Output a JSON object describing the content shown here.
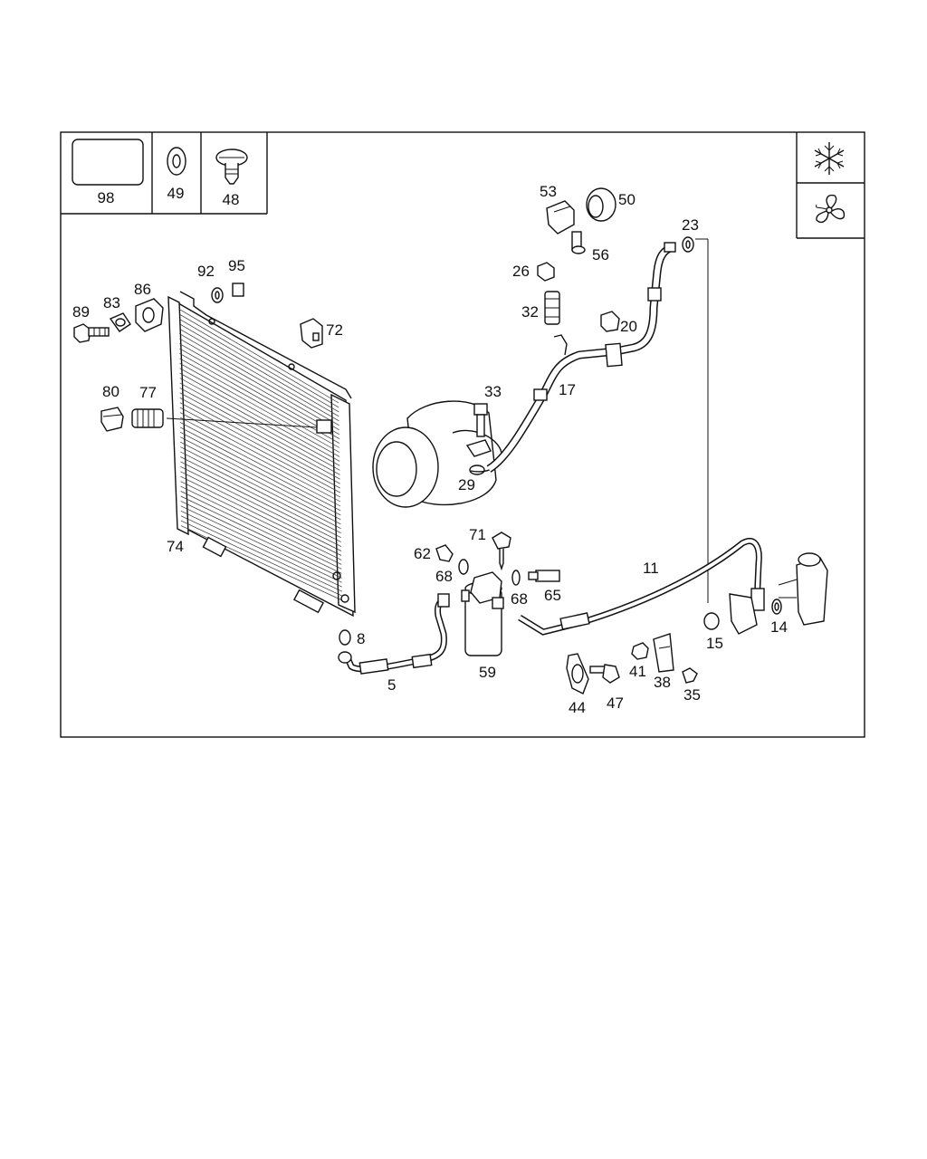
{
  "inset_labels": {
    "kit_box": "98",
    "washer": "49",
    "clip": "48"
  },
  "kit_box_caption": "",
  "symbols": [
    "snowflake-icon",
    "fan-icon"
  ],
  "part_labels": [
    {
      "id": "89"
    },
    {
      "id": "83"
    },
    {
      "id": "86"
    },
    {
      "id": "92"
    },
    {
      "id": "95"
    },
    {
      "id": "72"
    },
    {
      "id": "80"
    },
    {
      "id": "77"
    },
    {
      "id": "74"
    },
    {
      "id": "53"
    },
    {
      "id": "50"
    },
    {
      "id": "56"
    },
    {
      "id": "26"
    },
    {
      "id": "32"
    },
    {
      "id": "20"
    },
    {
      "id": "23"
    },
    {
      "id": "17"
    },
    {
      "id": "33"
    },
    {
      "id": "29"
    },
    {
      "id": "71"
    },
    {
      "id": "62"
    },
    {
      "id": "68a",
      "text": "68"
    },
    {
      "id": "68b",
      "text": "68"
    },
    {
      "id": "65"
    },
    {
      "id": "59"
    },
    {
      "id": "8"
    },
    {
      "id": "5"
    },
    {
      "id": "11"
    },
    {
      "id": "44"
    },
    {
      "id": "47"
    },
    {
      "id": "41"
    },
    {
      "id": "38"
    },
    {
      "id": "35"
    },
    {
      "id": "15"
    },
    {
      "id": "14"
    }
  ]
}
